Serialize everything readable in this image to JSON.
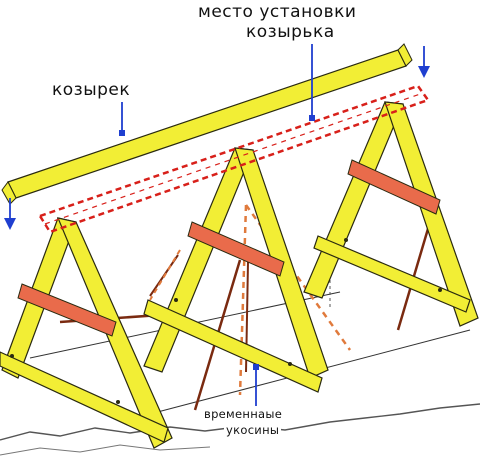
{
  "labels": {
    "ridge_place_line1": "место установки",
    "ridge_place_line2": "козырька",
    "ridge": "козырек",
    "braces_line1": "временнаые",
    "braces_line2": "укосины"
  },
  "colors": {
    "timber": "#F2EE35",
    "timber_outline": "#2A2A10",
    "crossbar": "#E96B4B",
    "dashed_guide": "#D8201A",
    "pointer": "#1F3FD0",
    "ground": "#555555",
    "brace": "#7A2A10"
  },
  "icons": {
    "down_arrow_left": "down-arrow-icon",
    "down_arrow_right": "down-arrow-icon"
  }
}
